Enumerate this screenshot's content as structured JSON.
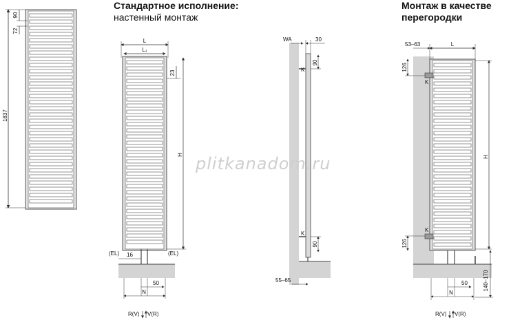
{
  "headings": {
    "standard_title": "Стандартное исполнение:",
    "standard_subtitle": "настенный монтаж",
    "partition_title_line1": "Монтаж в качестве",
    "partition_title_line2": "перегородки"
  },
  "front_view": {
    "dim_height": "1837",
    "dim_top": "90",
    "dim_pitch": "72"
  },
  "standard_view": {
    "dim_L": "L",
    "dim_L1": "L₁",
    "dim_23": "23",
    "dim_H": "H",
    "dim_EL_left": "(EL)",
    "dim_EL_right": "(EL)",
    "dim_16": "16",
    "dim_50": "50",
    "dim_N": "N",
    "connection": "R(V)",
    "connection2": "V(R)"
  },
  "side_view": {
    "dim_WA": "WA",
    "dim_30": "30",
    "dim_90_top": "90",
    "dim_90_bottom": "90",
    "dim_K_top": "K",
    "dim_K_bottom": "K",
    "dim_55_65": "55–65"
  },
  "partition_view": {
    "dim_53_63": "53–63",
    "dim_L": "L",
    "dim_126_top": "126",
    "dim_126_bottom": "126",
    "dim_K_top": "K",
    "dim_K_bottom": "K",
    "dim_H": "H",
    "dim_50": "50",
    "dim_N": "N",
    "dim_140_170": "140–170",
    "connection": "R(V)",
    "connection2": "V(R)"
  },
  "watermark": "plitkanadom.ru",
  "colors": {
    "line": "#333333",
    "wall": "#d4d4d4",
    "frame": "#b9b9b9"
  }
}
